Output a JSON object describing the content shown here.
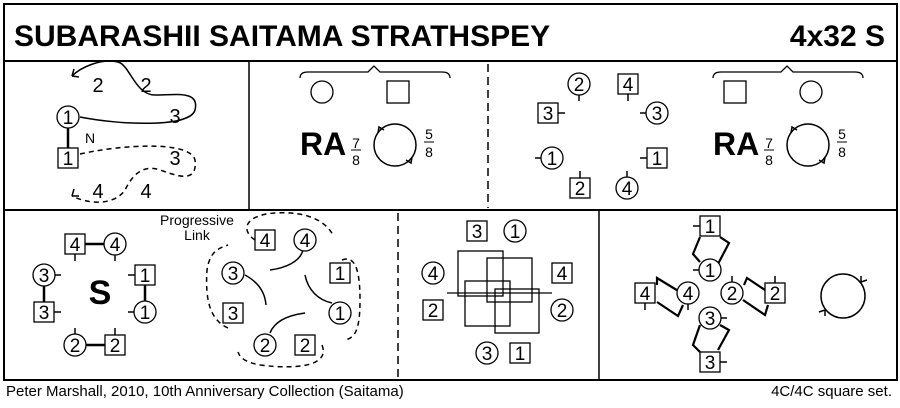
{
  "title": "SUBARASHII SAITAMA STRATHSPEY",
  "format": "4x32 S",
  "footer_left": "Peter Marshall, 2010, 10th Anniversary Collection (Saitama)",
  "footer_right": "4C/4C  square set.",
  "panel1": {
    "counts": [
      "2",
      "2",
      "3",
      "3",
      "4",
      "4"
    ],
    "nearer_label": "N",
    "man": "1",
    "woman": "1"
  },
  "panel2": {
    "figure": "RA",
    "fraction_left": [
      "7",
      "8"
    ],
    "fraction_right": [
      "5",
      "8"
    ]
  },
  "panel3": {
    "figure": "RA",
    "fraction_left": [
      "7",
      "8"
    ],
    "fraction_right": [
      "5",
      "8"
    ]
  },
  "panel4": {
    "figure": "S"
  },
  "panel5": {
    "caption_line1": "Progressive",
    "caption_line2": "Link"
  },
  "dancers": {
    "p3": [
      "2",
      "4",
      "3",
      "3",
      "1",
      "1",
      "2",
      "4"
    ],
    "p4": [
      "4",
      "4",
      "3",
      "1",
      "3",
      "1",
      "2",
      "2"
    ],
    "p5": [
      "4",
      "4",
      "3",
      "1",
      "3",
      "1",
      "2",
      "2"
    ],
    "p6": [
      "3",
      "1",
      "4",
      "4",
      "2",
      "2",
      "3",
      "1"
    ],
    "p7": [
      "1",
      "1",
      "4",
      "4",
      "2",
      "2",
      "3",
      "3"
    ]
  }
}
